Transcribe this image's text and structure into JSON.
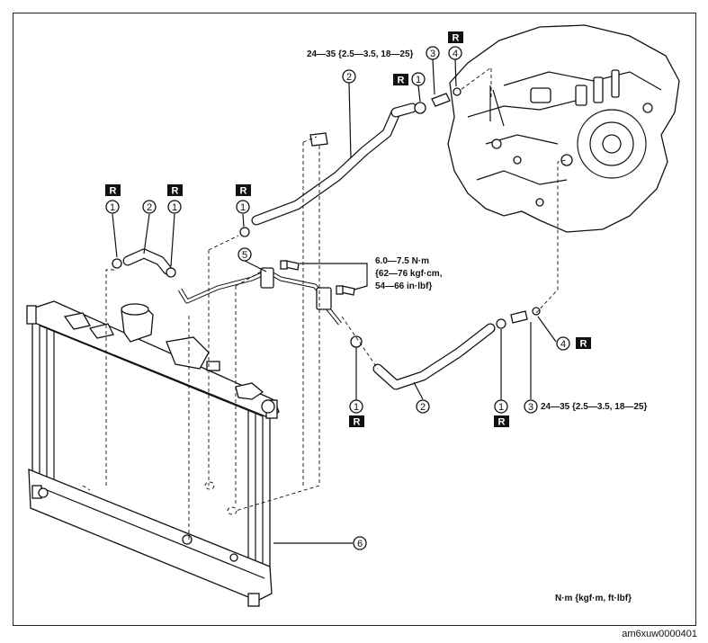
{
  "figure_code": "am6xuw0000401",
  "units_note": "N·m {kgf·m, ft·lbf}",
  "torque_union_bolt_top": "24—35 {2.5—3.5, 18—25}",
  "torque_union_bolt_right": "24—35 {2.5—3.5, 18—25}",
  "torque_pipe_bolts": {
    "line1": "6.0—7.5 N·m",
    "line2": "{62—76 kgf·cm,",
    "line3": "54—66 in·lbf}"
  },
  "replace_mark": "R",
  "callouts": {
    "c1": "1",
    "c2": "2",
    "c3": "3",
    "c4": "4",
    "c5": "5",
    "c6": "6"
  }
}
